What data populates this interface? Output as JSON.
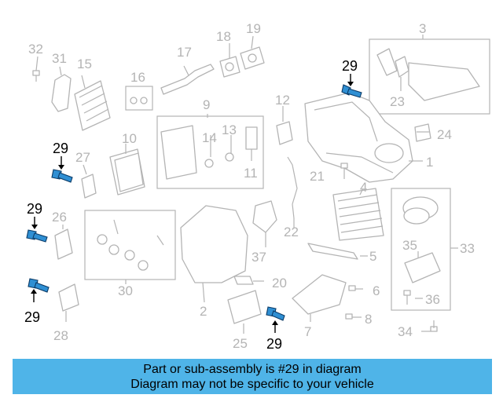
{
  "highlight_part": "29",
  "colors": {
    "highlight": "#2f8fd3",
    "footer_bg": "#4fb4e8",
    "line": "#b4b4b4"
  },
  "labels": {
    "p1": "1",
    "p2": "2",
    "p3": "3",
    "p4": "4",
    "p5": "5",
    "p6": "6",
    "p7": "7",
    "p8": "8",
    "p9": "9",
    "p10": "10",
    "p11": "11",
    "p12": "12",
    "p13": "13",
    "p14": "14",
    "p15": "15",
    "p16": "16",
    "p17": "17",
    "p18": "18",
    "p19": "19",
    "p20": "20",
    "p21": "21",
    "p22": "22",
    "p23": "23",
    "p24": "24",
    "p25": "25",
    "p26": "26",
    "p27": "27",
    "p28": "28",
    "p29": "29",
    "p30": "30",
    "p31": "31",
    "p32": "32",
    "p33": "33",
    "p34": "34",
    "p35": "35",
    "p36": "36",
    "p37": "37"
  },
  "footer": {
    "line1": "Part or sub-assembly is #29 in diagram",
    "line2": "Diagram may not be specific to your vehicle"
  }
}
